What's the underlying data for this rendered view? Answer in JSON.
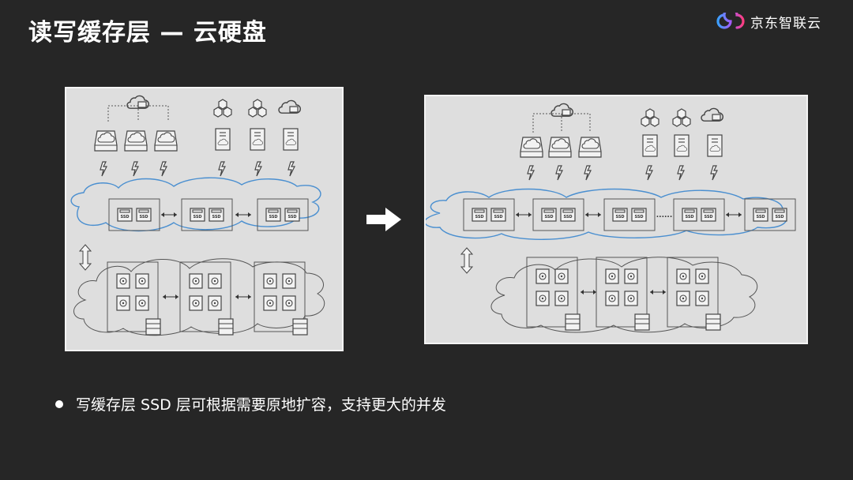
{
  "slide": {
    "title": "读写缓存层 — 云硬盘",
    "logo_text": "京东智联云",
    "bullet": "写缓存层 SSD 层可根据需要原地扩容，支持更大的并发"
  },
  "diagram": {
    "ssd_label": "SSD",
    "ellipsis": "......",
    "colors": {
      "cache_cloud": "#4a8fd0",
      "background": "#262626",
      "panel": "#dedede"
    }
  }
}
